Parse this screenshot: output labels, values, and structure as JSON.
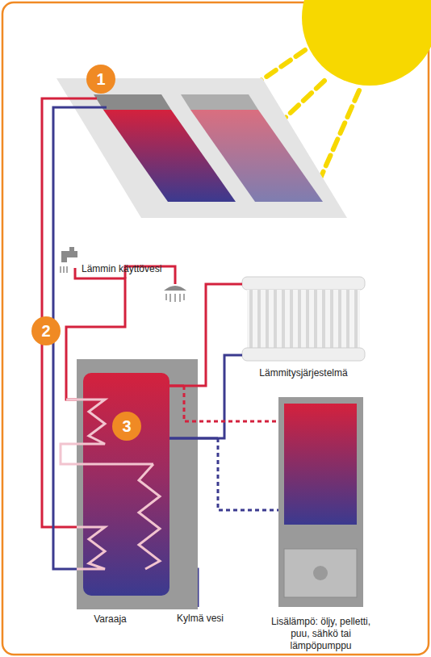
{
  "diagram": {
    "nodes": [
      {
        "text": [
          "1"
        ]
      },
      {
        "text": [
          "2"
        ]
      },
      {
        "text": [
          "Lämmitysjärjestelmä"
        ]
      },
      {
        "text": [
          "Varaaja"
        ]
      },
      {
        "text": [
          "3"
        ],
        "in": 3
      },
      {
        "text": [
          "Lisälämpö: öljy, pelletti, puu, sähkö tai lämpöpumppu"
        ]
      }
    ],
    "edges": [
      {
        "from": 3,
        "to": 2,
        "arrow": "none"
      },
      {
        "from": 2,
        "to": 3,
        "arrow": "none"
      },
      {
        "from": 3,
        "to": 5,
        "arrow": "none"
      },
      {
        "from": 3,
        "to": 5,
        "arrow": "none"
      }
    ],
    "labels": [
      "Lämmin käyttövesi",
      "Kylmä vesi"
    ]
  }
}
